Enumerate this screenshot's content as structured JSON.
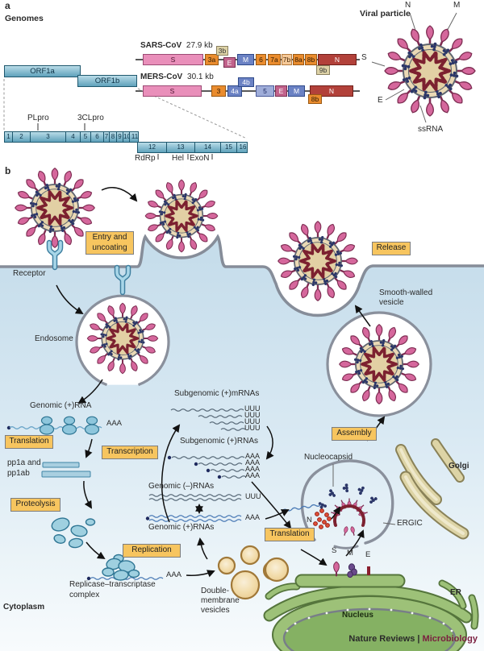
{
  "panel_a": {
    "tag": "a",
    "title": "Genomes",
    "orf1a": "ORF1a",
    "orf1b": "ORF1b",
    "plpro": "PLpro",
    "clpro": "3CLpro",
    "rdrp": "RdRp",
    "hel": "Hel",
    "exon": "ExoN",
    "sars": {
      "name": "SARS-CoV",
      "size": "27.9 kb",
      "genes": [
        "S",
        "3a",
        "3b",
        "E",
        "M",
        "6",
        "7a",
        "7b",
        "8a",
        "8b",
        "N",
        "9b"
      ]
    },
    "mers": {
      "name": "MERS-CoV",
      "size": "30.1 kb",
      "genes": [
        "S",
        "3",
        "4a",
        "4b",
        "5",
        "E",
        "M",
        "N",
        "8b"
      ]
    },
    "nsp_a": [
      "1",
      "2",
      "3",
      "4",
      "5",
      "6",
      "7",
      "8",
      "9",
      "10",
      "11"
    ],
    "nsp_b": [
      "12",
      "13",
      "14",
      "15",
      "16"
    ],
    "particle": {
      "title": "Viral particle",
      "n": "N",
      "m": "M",
      "s": "S",
      "e": "E",
      "ssrna": "ssRNA"
    }
  },
  "panel_b": {
    "tag": "b",
    "boxes": {
      "entry": "Entry and uncoating",
      "release": "Release",
      "translation1": "Translation",
      "transcription": "Transcription",
      "proteolysis": "Proteolysis",
      "replication": "Replication",
      "translation2": "Translation",
      "assembly": "Assembly"
    },
    "labels": {
      "receptor": "Receptor",
      "endosome": "Endosome",
      "genomic_rna": "Genomic (+)RNA",
      "pp1": "pp1a and",
      "pp1b": "pp1ab",
      "sub_mrnas": "Subgenomic (+)mRNAs",
      "sub_rnas": "Subgenomic (+)RNAs",
      "gen_minus": "Genomic (–)RNAs",
      "gen_plus": "Genomic (+)RNAs",
      "replicase1": "Replicase–transcriptase",
      "replicase2": "complex",
      "cytoplasm": "Cytoplasm",
      "dmv1": "Double-",
      "dmv2": "membrane",
      "dmv3": "vesicles",
      "nucleocapsid": "Nucleocapsid",
      "ergic": "ERGIC",
      "golgi": "Golgi",
      "vesicle1": "Smooth-walled",
      "vesicle2": "vesicle",
      "n": "N",
      "s": "S",
      "m": "M",
      "e": "E",
      "er": "ER",
      "nucleus": "Nucleus"
    },
    "rna": {
      "aaa": "AAA",
      "uuu": "UUU"
    }
  },
  "footer": {
    "left": "Nature Reviews",
    "sep": "|",
    "right": "Microbiology"
  },
  "colors": {
    "process_box": "#F7C55F",
    "spike_pink": "#D5679C",
    "genome_teal": "#7AB6C9",
    "gene_orange": "#EA8C2E",
    "gene_blue": "#6B82C4",
    "gene_pink": "#E98FBA",
    "gene_red": "#B2413A",
    "membrane_gray": "#868D99",
    "footer_accent": "#7A1F3F"
  }
}
